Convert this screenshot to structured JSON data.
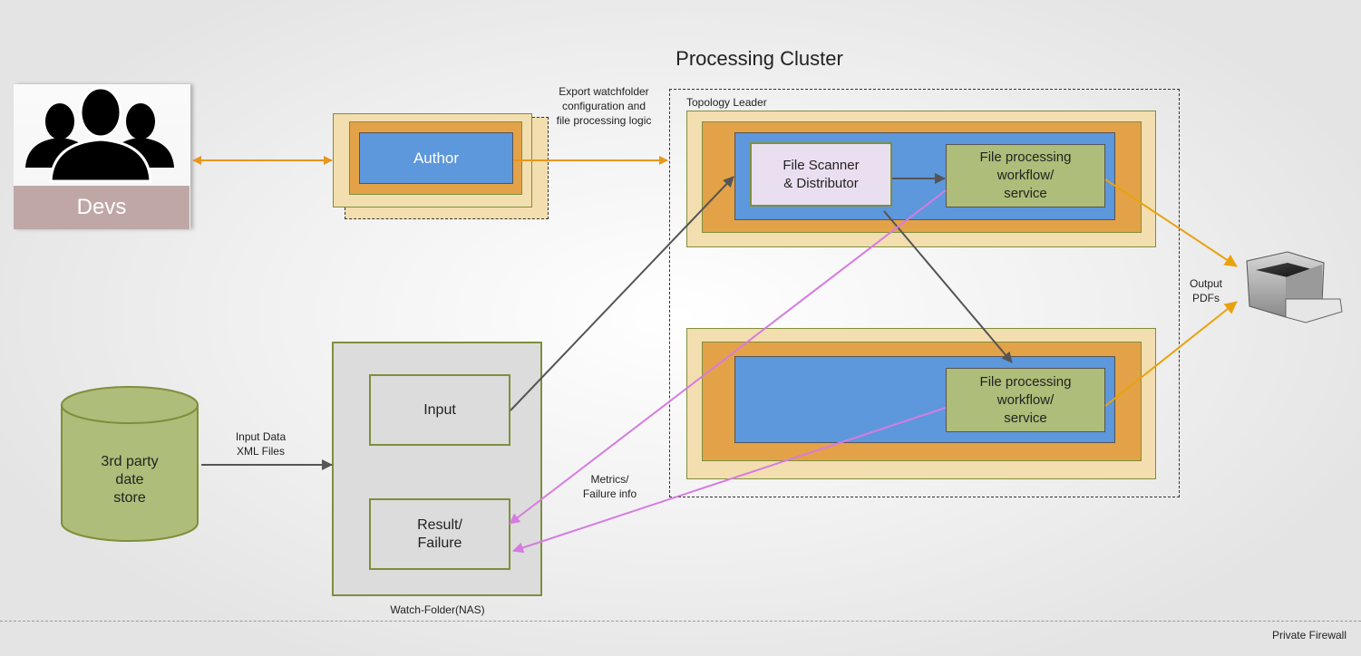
{
  "title": "Processing Cluster",
  "devs": {
    "label": "Devs"
  },
  "author": {
    "label": "Author"
  },
  "export_note": "Export watchfolder\nconfiguration and\nfile processing logic",
  "topology_leader": "Topology Leader",
  "file_scanner": "File Scanner\n& Distributor",
  "workflow_top": "File processing\nworkflow/\nservice",
  "workflow_bottom": "File processing\nworkflow/\nservice",
  "output_note": "Output\nPDFs",
  "datastore": "3rd party\ndate\nstore",
  "input_note": "Input Data\nXML Files",
  "input_folder": "Input",
  "result_folder": "Result/\nFailure",
  "watch_folder": "Watch-Folder(NAS)",
  "metrics_note": "Metrics/\nFailure info",
  "firewall": "Private Firewall",
  "colors": {
    "orange_arrow": "#e8961e",
    "dark_arrow": "#555555",
    "pink_arrow": "#d57ce0",
    "tan": "#f3deaf",
    "orange_fill": "#e3a248",
    "blue_fill": "#5d97dc",
    "green_fill": "#aebd79",
    "lavender_fill": "#eadff0",
    "border_green": "#7e8f3c"
  },
  "icons": [
    "people-group-icon",
    "printer-icon",
    "database-cylinder-icon"
  ]
}
